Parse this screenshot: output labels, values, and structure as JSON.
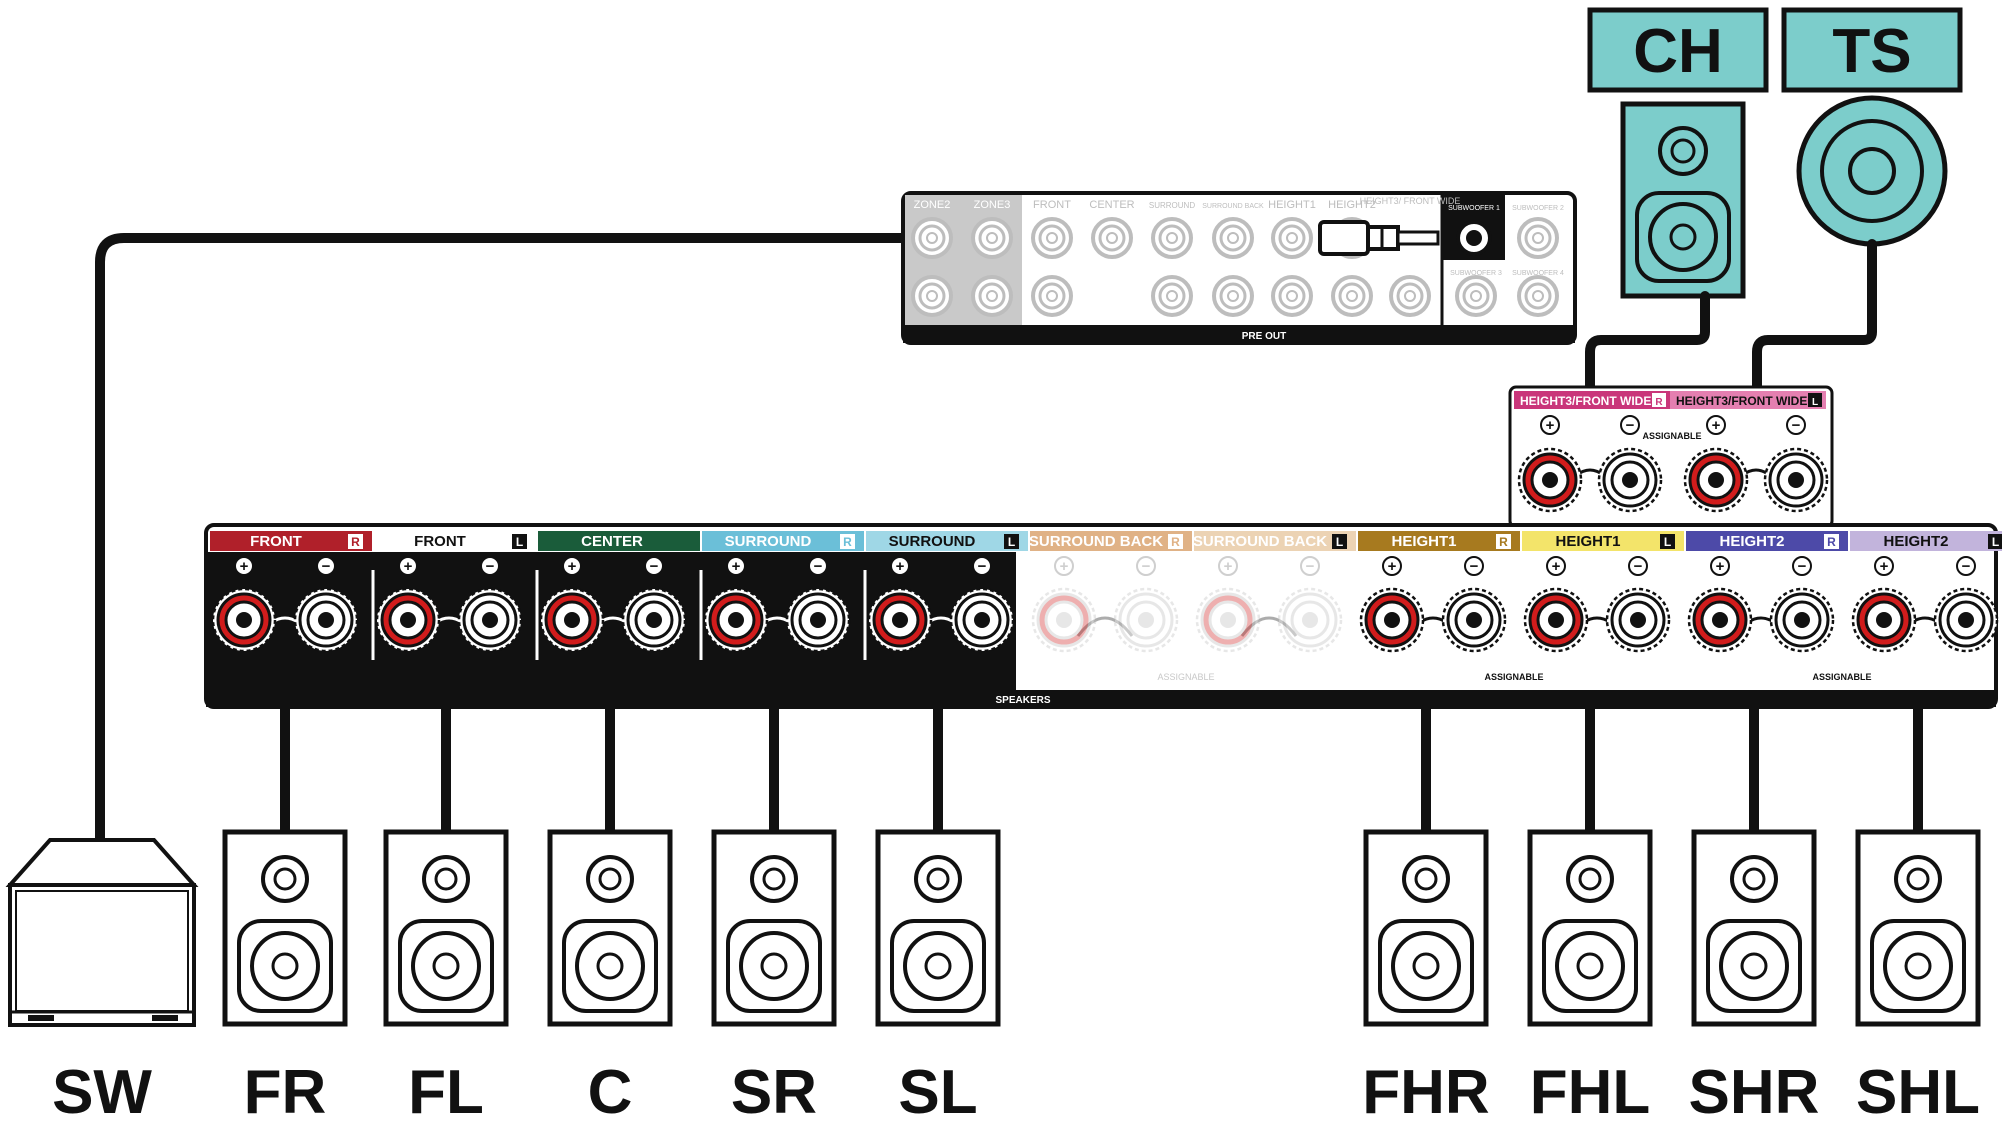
{
  "colors": {
    "teal": "#7ccdcb",
    "terminal_red": "#d11c1c",
    "black": "#111111",
    "front_r": "#b0202a",
    "center": "#1a5c3a",
    "surround_r": "#6bbfd8",
    "surround_l": "#9fd7e6",
    "surround_back_r": "#e0b286",
    "surround_back_l": "#ecd3b4",
    "height1_r": "#a77a1f",
    "height1_l": "#f3e46a",
    "height2_r": "#4d4aa8",
    "height2_l": "#c2b4dc",
    "height3_r": "#c9367a",
    "height3_l": "#e47fb0"
  },
  "external": {
    "ch_label": "CH",
    "ts_label": "TS"
  },
  "preout": {
    "zone2": "ZONE2",
    "zone3": "ZONE3",
    "front": "FRONT",
    "center": "CENTER",
    "surround": "SURROUND",
    "surround_back": "SURROUND BACK",
    "height1": "HEIGHT1",
    "height2": "HEIGHT2",
    "height3": "HEIGHT3/ FRONT WIDE",
    "subwoofer1": "SUBWOOFER 1",
    "subwoofer2": "SUBWOOFER 2",
    "subwoofer3": "SUBWOOFER 3",
    "subwoofer4": "SUBWOOFER 4",
    "title": "PRE OUT"
  },
  "height3_panel": {
    "label_r": "HEIGHT3/FRONT WIDE",
    "label_l": "HEIGHT3/FRONT WIDE",
    "assignable": "ASSIGNABLE",
    "plus": "+",
    "minus": "−"
  },
  "speakers_panel": {
    "title": "SPEAKERS",
    "assignable": "ASSIGNABLE",
    "plus": "+",
    "minus": "−",
    "channels": [
      {
        "label": "FRONT",
        "side": "R"
      },
      {
        "label": "FRONT",
        "side": "L"
      },
      {
        "label": "CENTER",
        "side": ""
      },
      {
        "label": "SURROUND",
        "side": "R"
      },
      {
        "label": "SURROUND",
        "side": "L"
      },
      {
        "label": "SURROUND BACK",
        "side": "R"
      },
      {
        "label": "SURROUND BACK",
        "side": "L"
      },
      {
        "label": "HEIGHT1",
        "side": "R"
      },
      {
        "label": "HEIGHT1",
        "side": "L"
      },
      {
        "label": "HEIGHT2",
        "side": "R"
      },
      {
        "label": "HEIGHT2",
        "side": "L"
      }
    ]
  },
  "speakers": [
    "SW",
    "FR",
    "FL",
    "C",
    "SR",
    "SL",
    "FHR",
    "FHL",
    "SHR",
    "SHL"
  ]
}
